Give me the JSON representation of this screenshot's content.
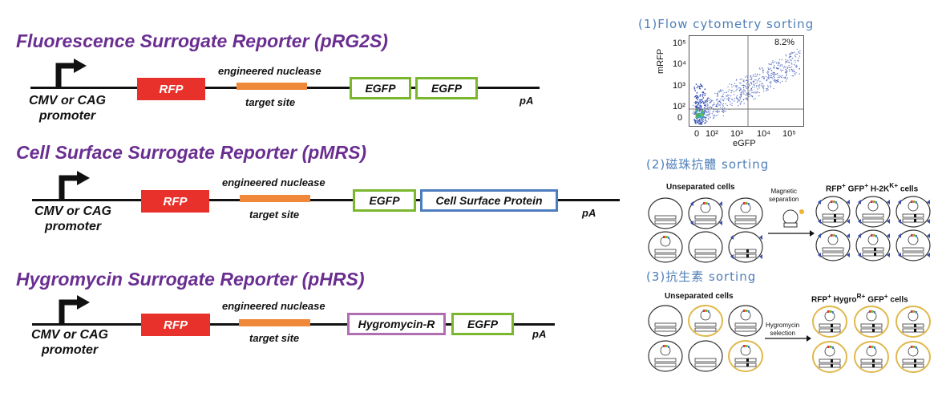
{
  "reporters": [
    {
      "title": "Fluorescence Surrogate Reporter (pRG2S)",
      "promoter": "CMV or CAG\npromoter",
      "rfp": "RFP",
      "nuclease": "engineered nuclease",
      "target": "target site",
      "box1": "EGFP",
      "box2": "EGFP",
      "pa": "pA"
    },
    {
      "title": "Cell Surface Surrogate Reporter (pMRS)",
      "promoter": "CMV or CAG\npromoter",
      "rfp": "RFP",
      "nuclease": "engineered nuclease",
      "target": "target site",
      "box1": "EGFP",
      "box2": "Cell Surface Protein",
      "pa": "pA"
    },
    {
      "title": "Hygromycin Surrogate Reporter (pHRS)",
      "promoter": "CMV or CAG\npromoter",
      "rfp": "RFP",
      "nuclease": "engineered nuclease",
      "target": "target site",
      "box1": "Hygromycin-R",
      "box2": "EGFP",
      "pa": "pA"
    }
  ],
  "sorting": {
    "flow": {
      "title": "(1)Flow cytometry sorting",
      "percent": "8.2%",
      "xlabel": "eGFP",
      "ylabel": "mRFP",
      "xticks": [
        "0",
        "10²",
        "10³",
        "10⁴",
        "10⁵"
      ],
      "yticks": [
        "10⁵",
        "10⁴",
        "10³",
        "10²",
        "0"
      ]
    },
    "magnetic": {
      "title": "(2)磁珠抗體 sorting",
      "unseparated": "Unseparated cells",
      "step": "Magnetic\nseparation",
      "result_parts": [
        "RFP",
        "+",
        " GFP",
        "+",
        " H-2K",
        "K+",
        " cells"
      ]
    },
    "antibiotic": {
      "title": "(3)抗生素 sorting",
      "unseparated": "Unseparated cells",
      "step": "Hygromycin\nselection",
      "result_parts": [
        "RFP",
        "+",
        " Hygro",
        "R+",
        " GFP",
        "+",
        " cells"
      ]
    }
  },
  "colors": {
    "title": "#6a2e91",
    "rfp": "#e8312a",
    "nuclease": "#f0883a",
    "egfp_border": "#7ab72f",
    "csp_border": "#4d7dbf",
    "hyg_border": "#b06eb1",
    "sorting_title": "#4f7fb8",
    "yellow_cell": "#e0b84a"
  }
}
